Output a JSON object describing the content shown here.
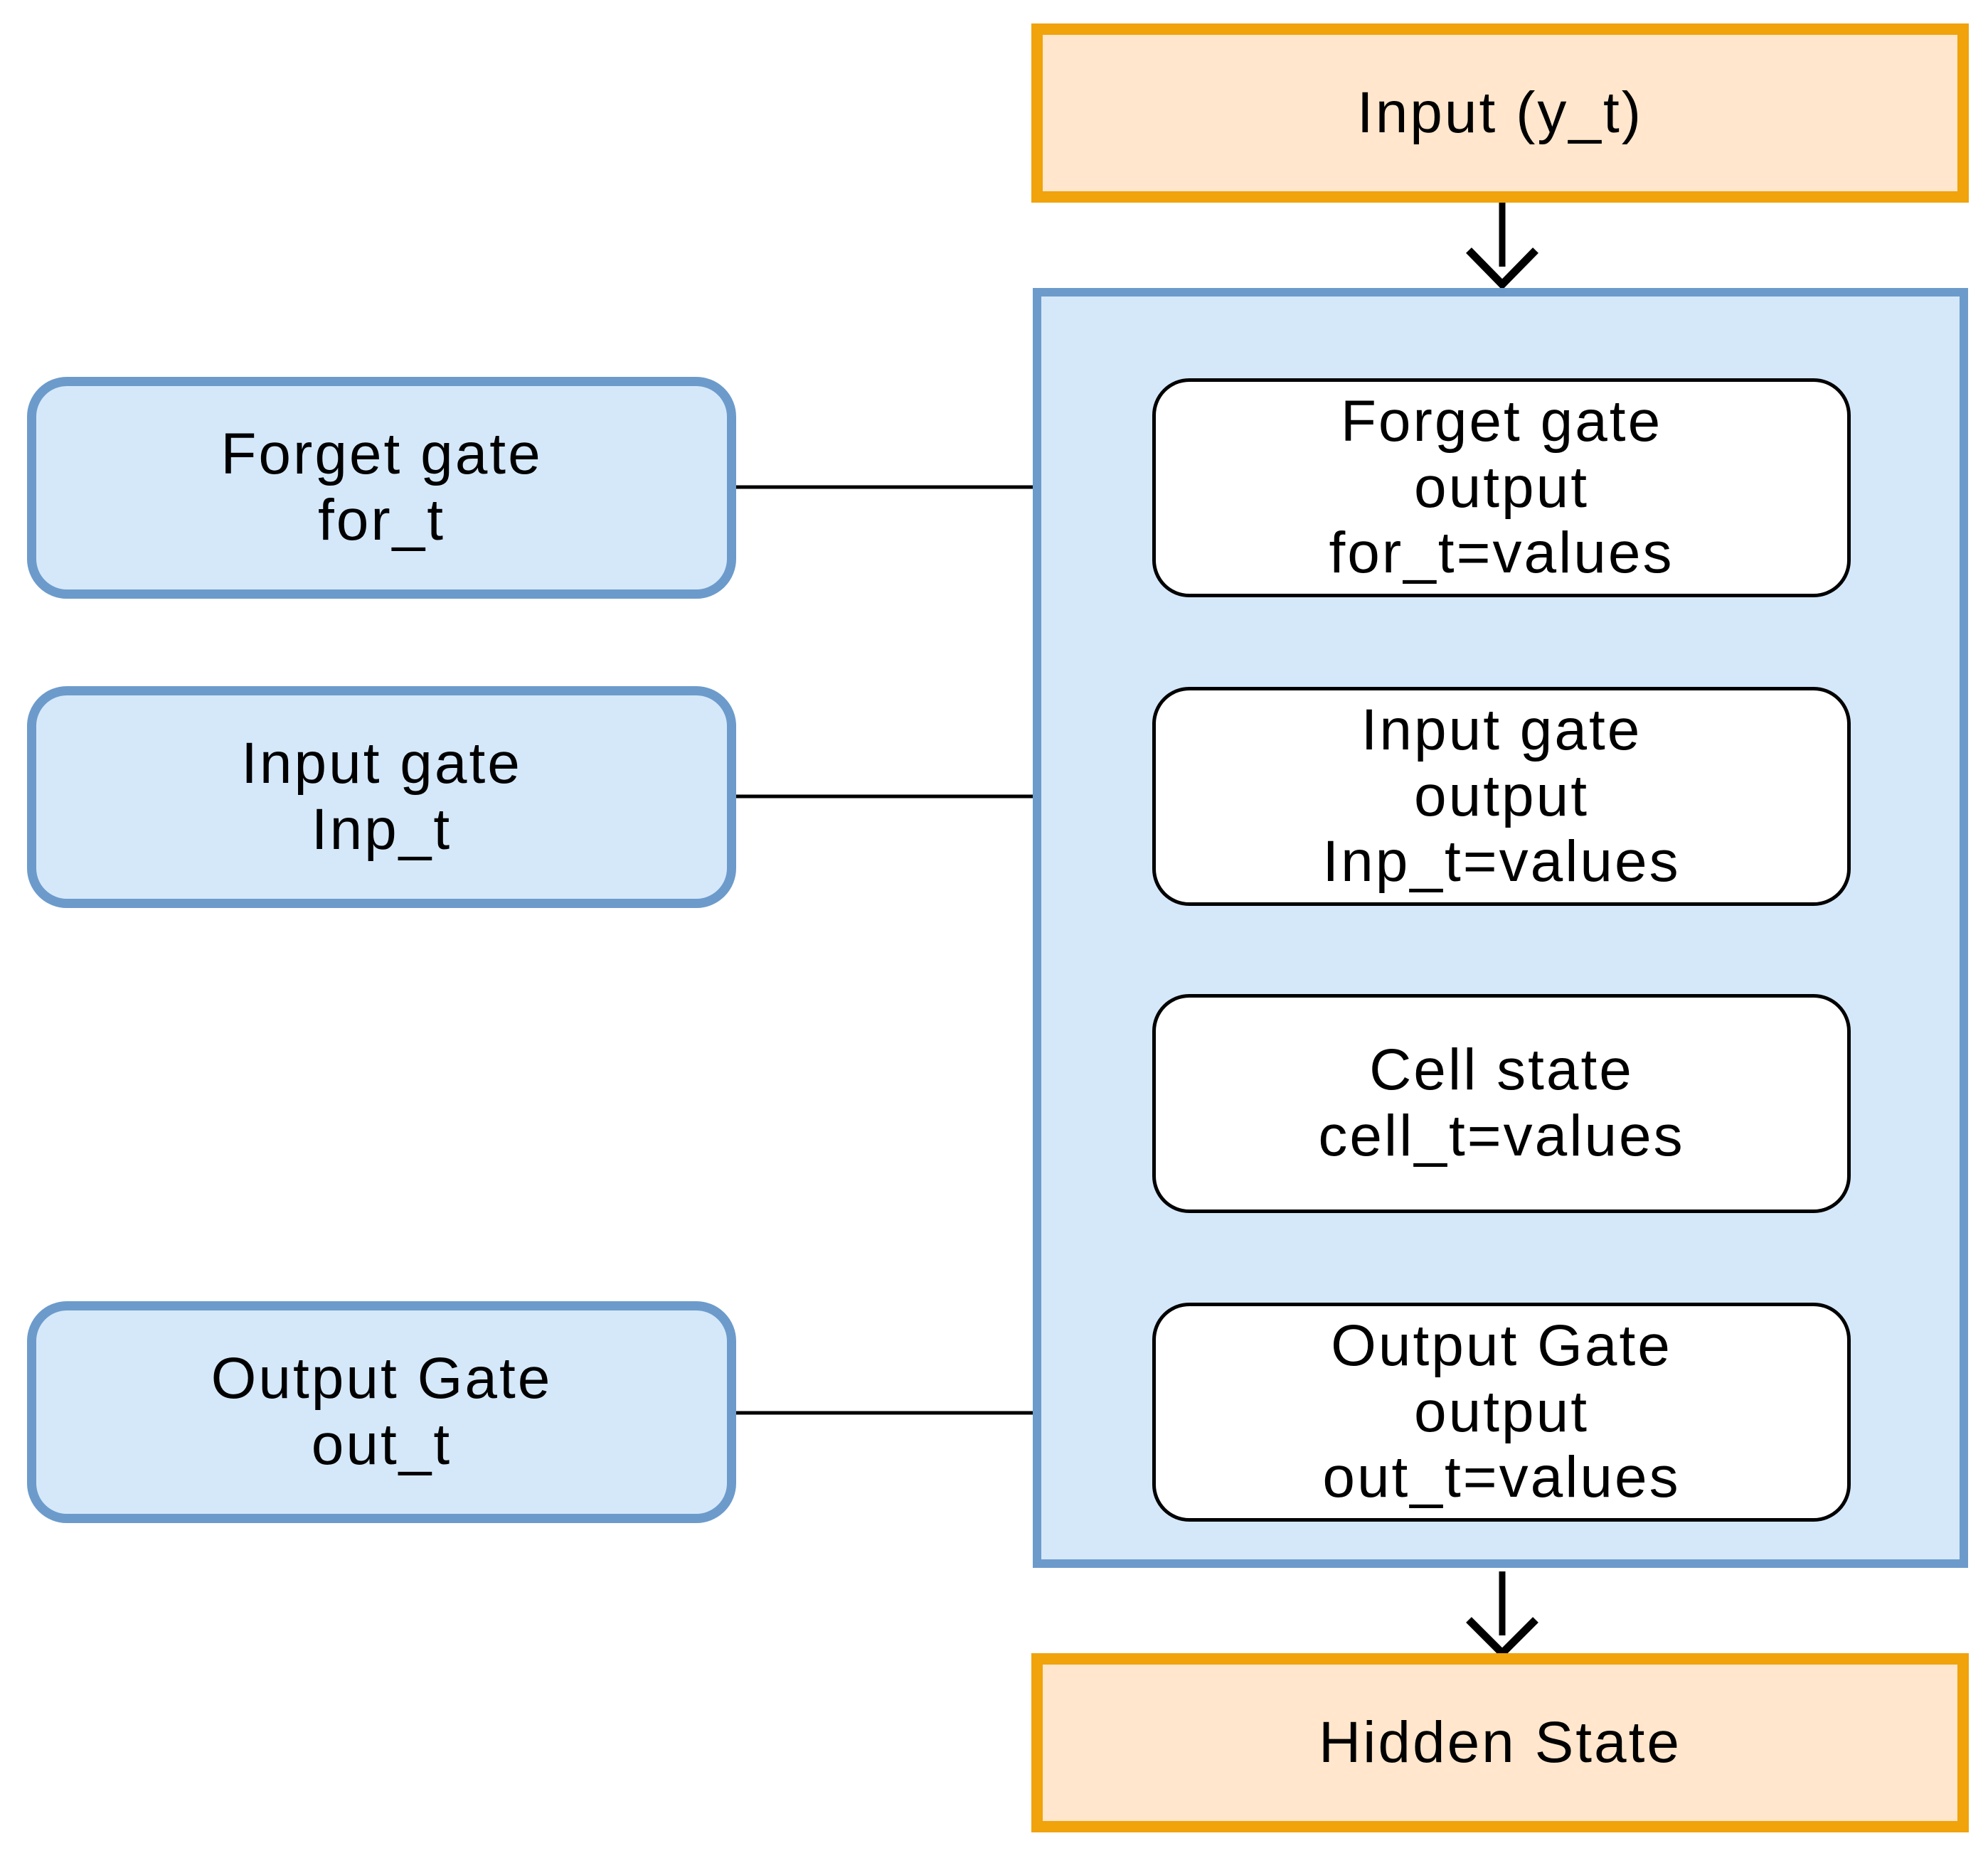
{
  "diagram": {
    "input_node": {
      "label": "Input (y_t)"
    },
    "hidden_node": {
      "label": "Hidden State"
    },
    "left_gates": [
      {
        "label": "Forget gate\nfor_t"
      },
      {
        "label": "Input gate\nInp_t"
      },
      {
        "label": "Output Gate\nout_t"
      }
    ],
    "cell_items": [
      {
        "label": "Forget gate\noutput\nfor_t=values"
      },
      {
        "label": "Input gate\noutput\nInp_t=values"
      },
      {
        "label": "Cell state\ncell_t=values"
      },
      {
        "label": "Output Gate\noutput\nout_t=values"
      }
    ],
    "colors": {
      "io_fill": "#ffe6cc",
      "io_border": "#f0a30a",
      "gate_fill": "#d5e8fa",
      "gate_border": "#6c9bcb",
      "arrow": "#000000"
    }
  }
}
